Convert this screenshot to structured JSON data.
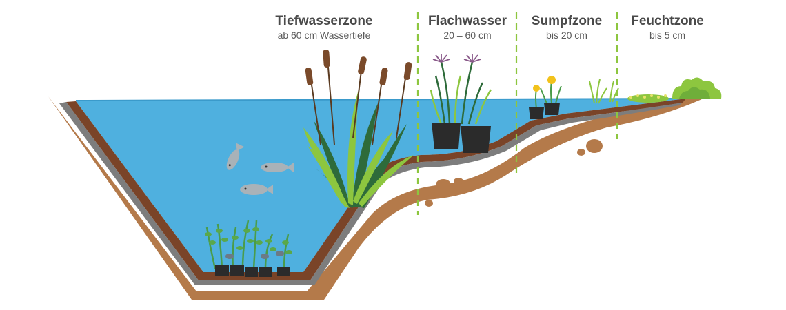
{
  "zones": [
    {
      "title": "Tiefwasserzone",
      "subtitle": "ab 60 cm Wassertiefe"
    },
    {
      "title": "Flachwasser",
      "subtitle": "20 – 60 cm"
    },
    {
      "title": "Sumpfzone",
      "subtitle": "bis 20 cm"
    },
    {
      "title": "Feuchtzone",
      "subtitle": "bis 5 cm"
    }
  ],
  "colors": {
    "water": "#4fb0df",
    "soil_outer": "#b47a4a",
    "soil_inner": "#7a4428",
    "liner": "#7d7d7d",
    "divider": "#8dc63f",
    "plant_light": "#8dc63f",
    "plant_dark": "#2e6b3a",
    "pot": "#2b2b2b",
    "fish": "#a9b2b8"
  },
  "icons": [
    "fish-icon",
    "cattail-icon",
    "reed-plant-icon",
    "allium-flower-icon",
    "marsh-marigold-icon",
    "potted-plant-icon",
    "shrub-icon"
  ]
}
